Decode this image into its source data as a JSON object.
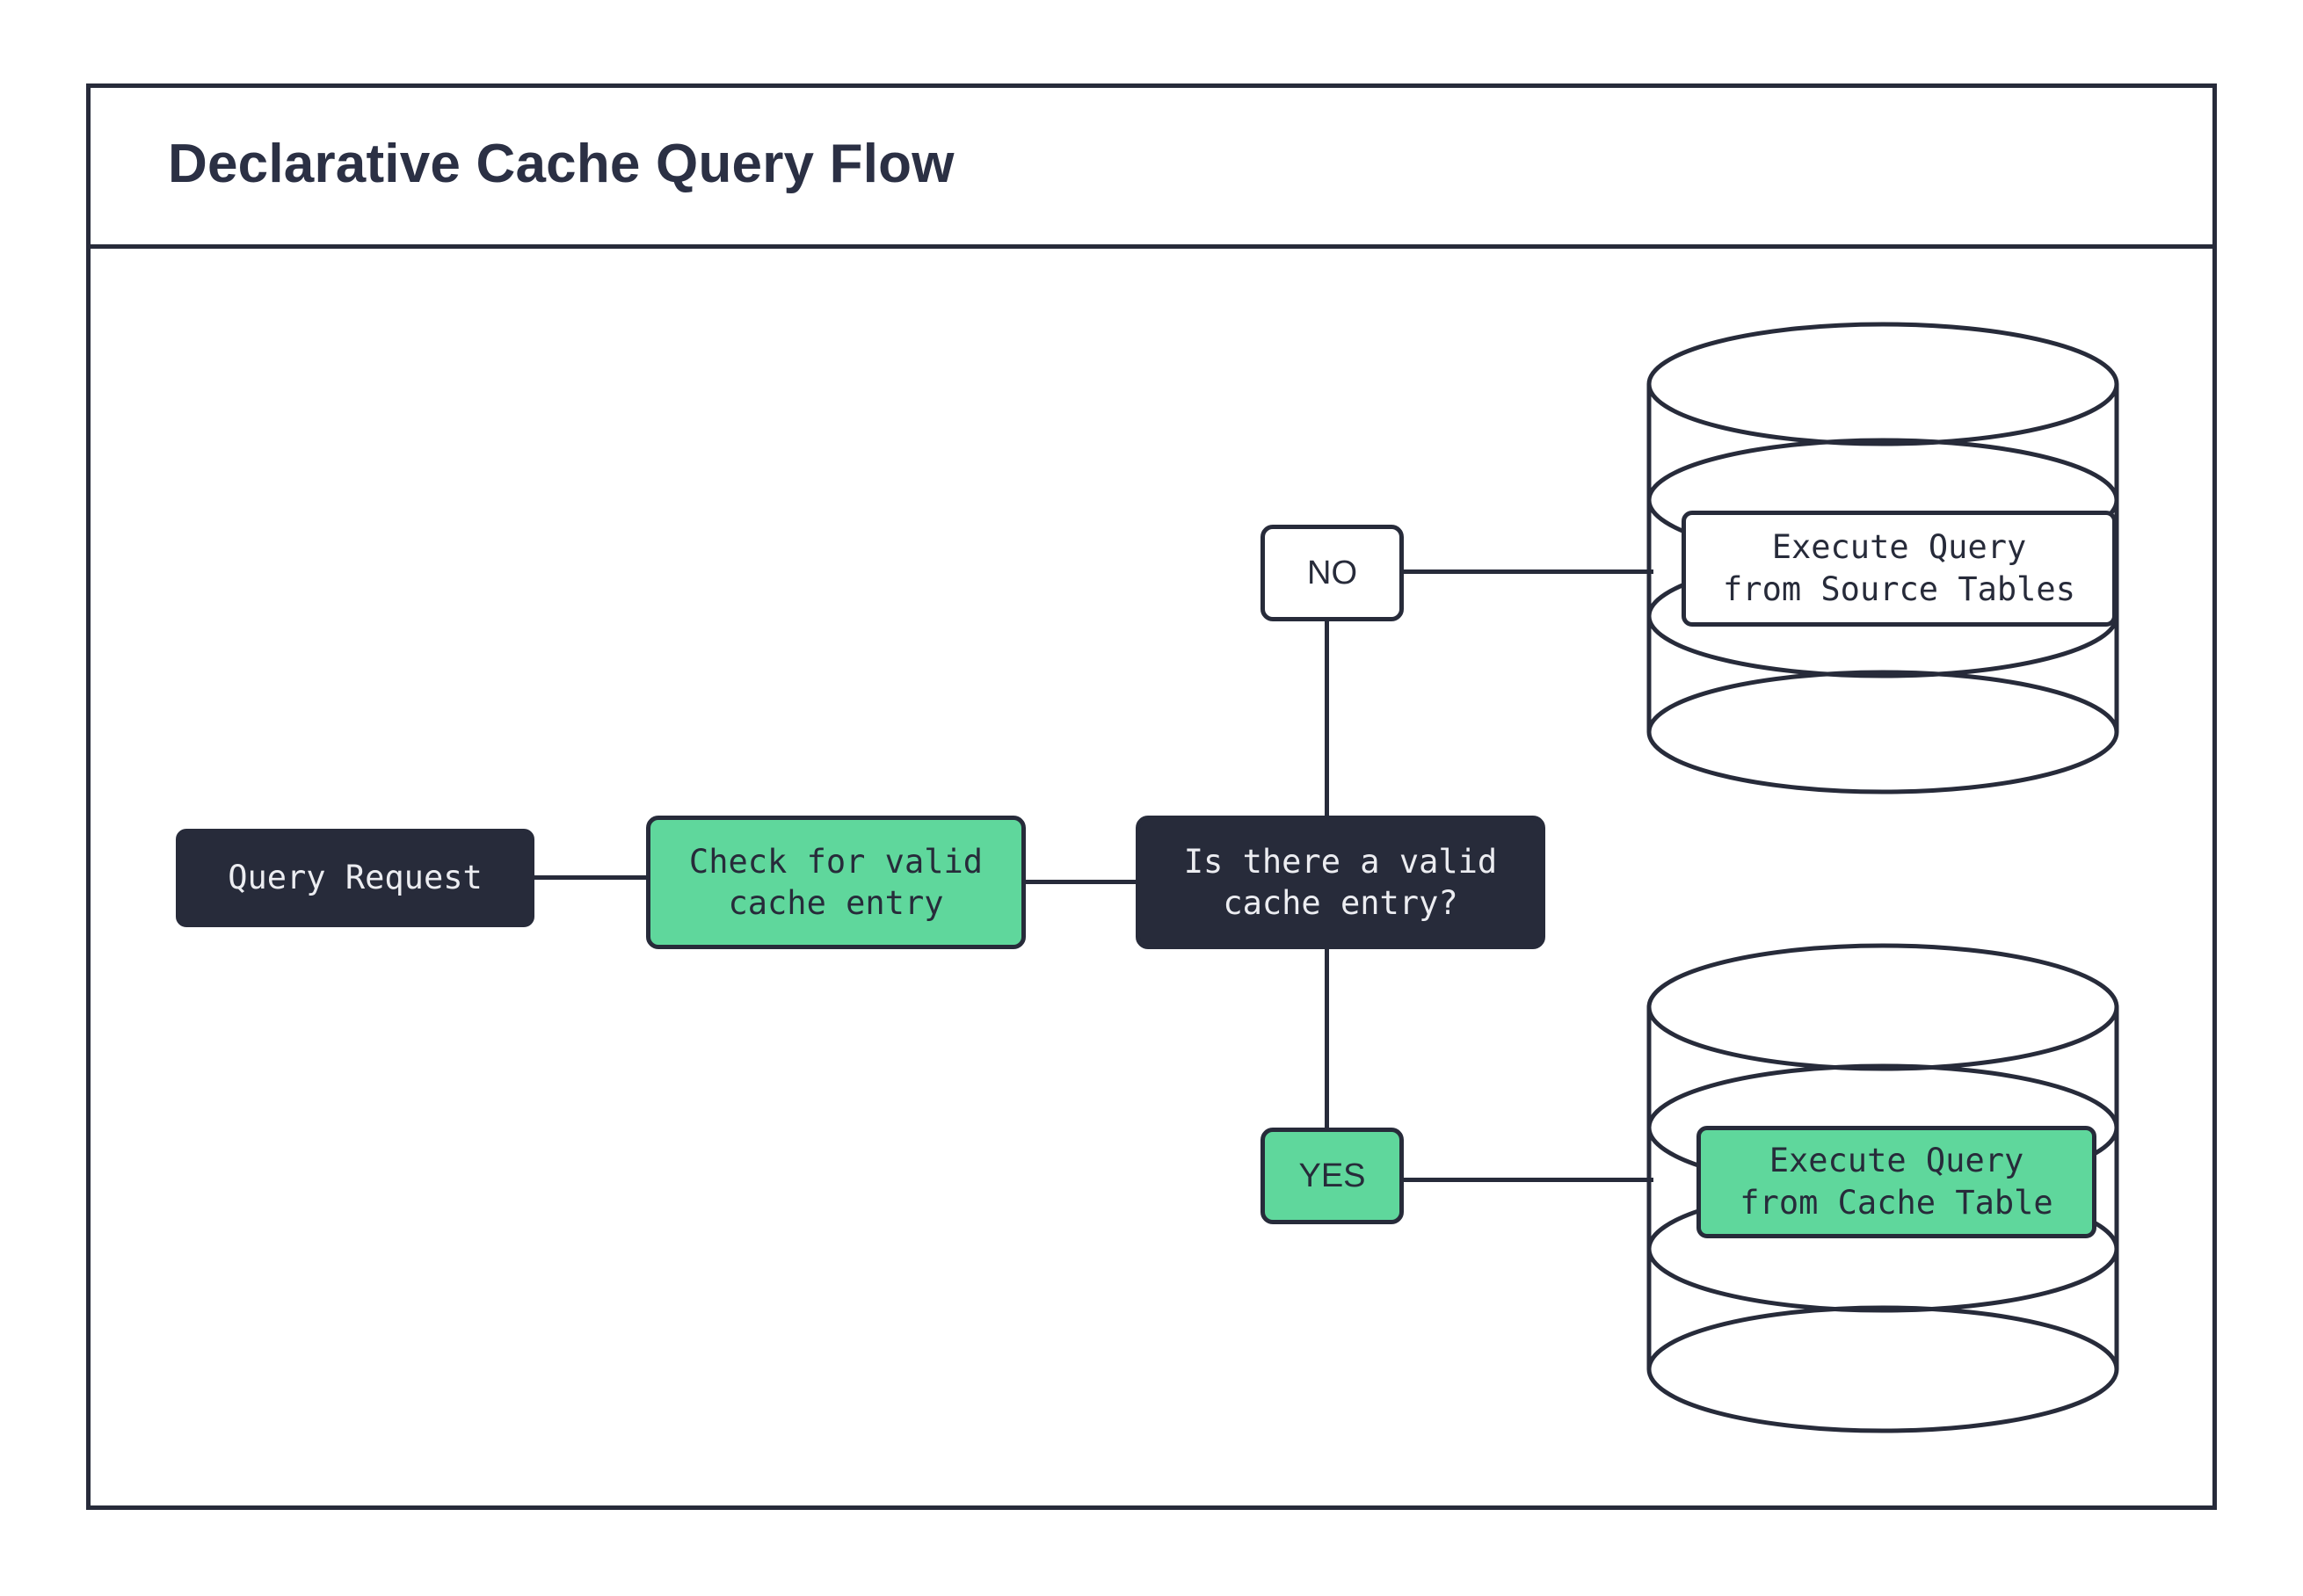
{
  "title": "Declarative Cache Query Flow",
  "diagram": {
    "type": "flowchart",
    "nodes": {
      "query_request": {
        "label": "Query Request",
        "shape": "rounded-rect",
        "fill": "#272B3A",
        "text_color": "#ECEDF1"
      },
      "check_cache": {
        "label": "Check for valid\ncache entry",
        "shape": "rounded-rect",
        "fill": "#5FD79C",
        "text_color": "#272B3A"
      },
      "decision": {
        "label": "Is there a valid\ncache entry?",
        "shape": "rounded-rect",
        "fill": "#272B3A",
        "text_color": "#ECEDF1"
      },
      "branch_no": {
        "label": "NO",
        "shape": "rounded-rect",
        "fill": "#FFFFFF",
        "text_color": "#272B3A"
      },
      "branch_yes": {
        "label": "YES",
        "shape": "rounded-rect",
        "fill": "#5FD79C",
        "text_color": "#272B3A"
      },
      "source_db": {
        "label": "Execute Query\nfrom Source Tables",
        "shape": "database-cylinder",
        "fill": "#FFFFFF",
        "text_color": "#272B3A"
      },
      "cache_db": {
        "label": "Execute Query\nfrom Cache Table",
        "shape": "database-cylinder",
        "fill": "#5FD79C",
        "text_color": "#272B3A"
      }
    },
    "edges": [
      {
        "from": "query_request",
        "to": "check_cache"
      },
      {
        "from": "check_cache",
        "to": "decision"
      },
      {
        "from": "decision",
        "to": "branch_no"
      },
      {
        "from": "branch_no",
        "to": "source_db"
      },
      {
        "from": "decision",
        "to": "branch_yes"
      },
      {
        "from": "branch_yes",
        "to": "cache_db"
      }
    ]
  },
  "colors": {
    "ink": "#272B3A",
    "accent_green": "#5FD79C",
    "background": "#FFFFFF",
    "title_text": "#2B3044"
  }
}
